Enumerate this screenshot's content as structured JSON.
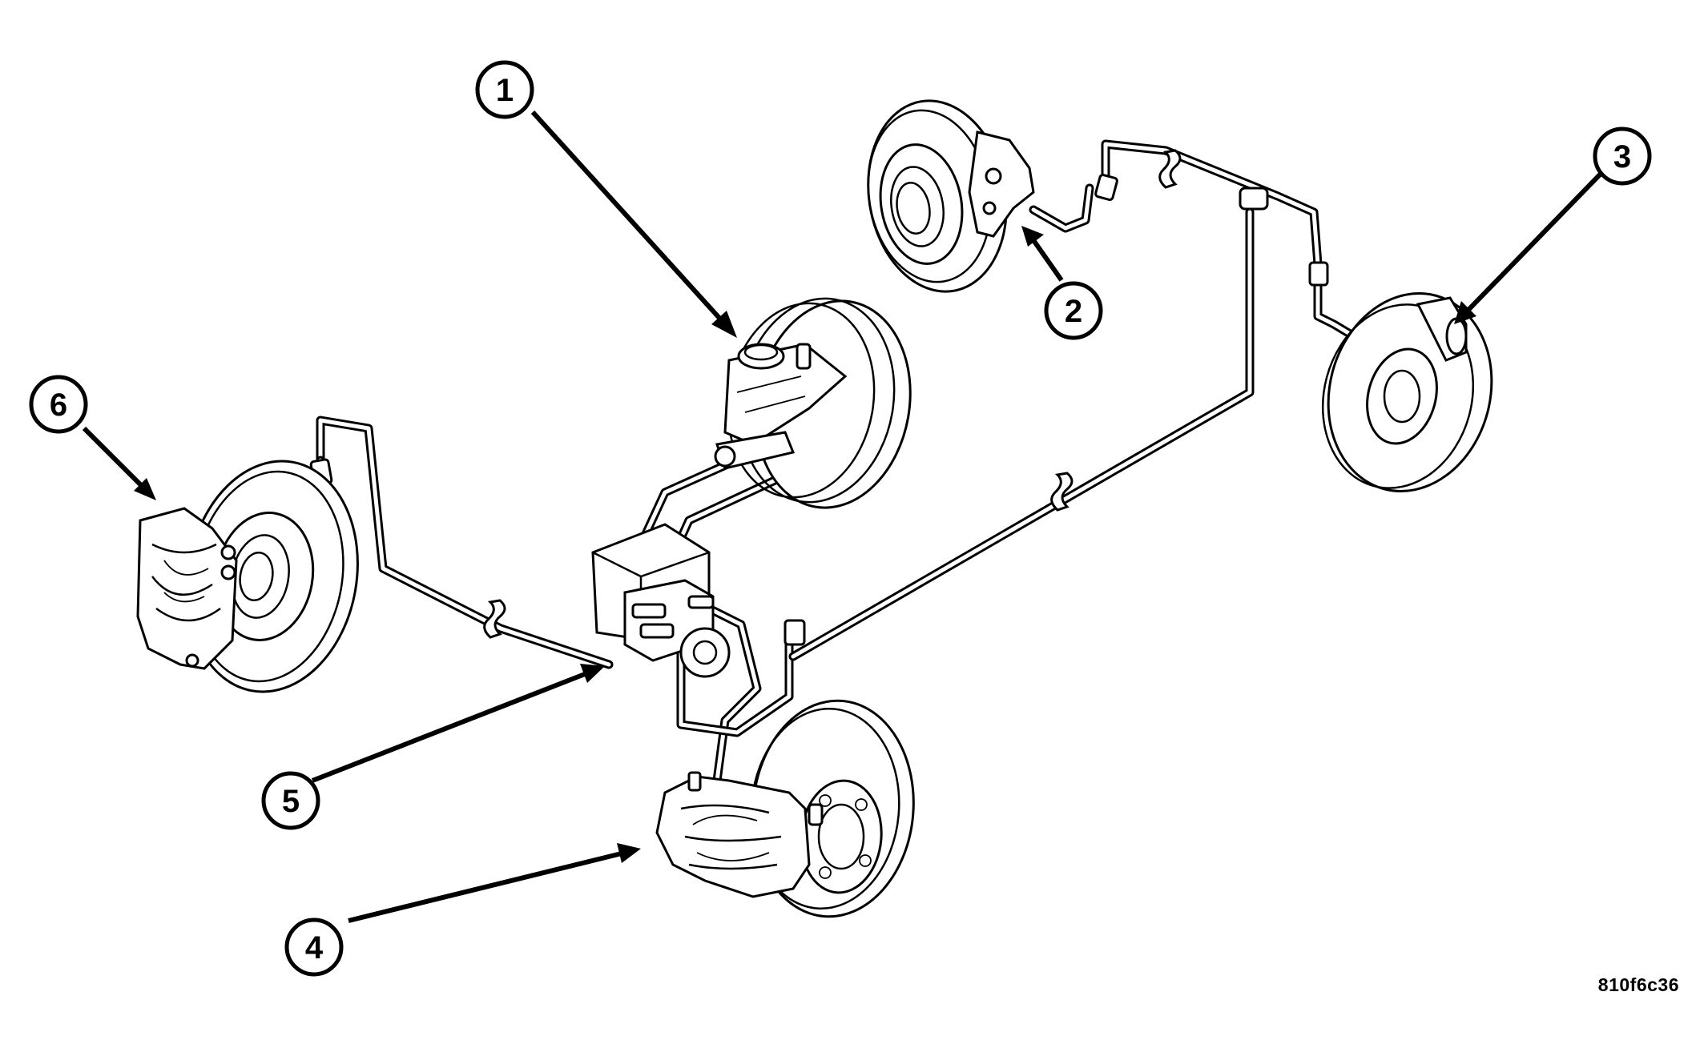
{
  "callouts": [
    {
      "id": "1",
      "label": "1"
    },
    {
      "id": "2",
      "label": "2"
    },
    {
      "id": "3",
      "label": "3"
    },
    {
      "id": "4",
      "label": "4"
    },
    {
      "id": "5",
      "label": "5"
    },
    {
      "id": "6",
      "label": "6"
    }
  ],
  "figure_code": "810f6c36",
  "colors": {
    "ink": "#000000",
    "paper": "#ffffff"
  }
}
